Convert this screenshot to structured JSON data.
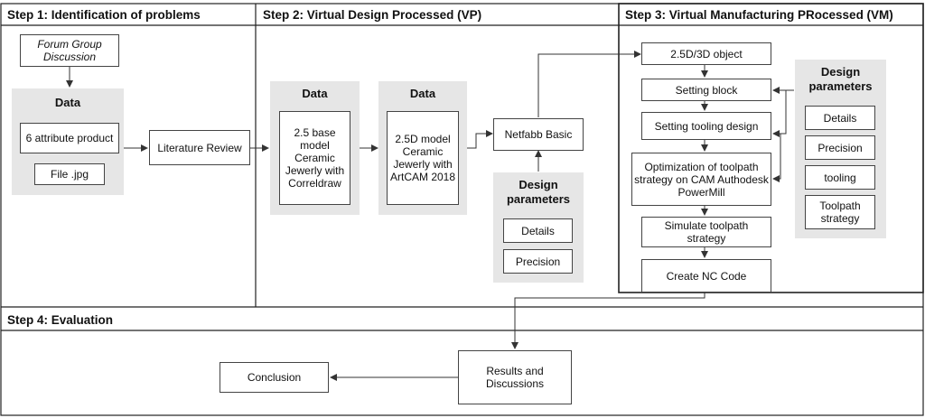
{
  "colors": {
    "border": "#222222",
    "panel": "#e6e6e6",
    "arrow": "#333333"
  },
  "headers": {
    "step1": "Step 1: Identification of problems",
    "step2": "Step 2:  Virtual Design Processed (VP)",
    "step3": "Step 3: Virtual Manufacturing PRocessed (VM)",
    "step4": "Step 4: Evaluation"
  },
  "step1": {
    "forum": "Forum Group Discussion",
    "data_label": "Data",
    "attr": "6 attribute product",
    "file": "File .jpg",
    "literature": "Literature Review"
  },
  "step2": {
    "data1_label": "Data",
    "data1_text": "2.5 base model Ceramic Jewerly with Correldraw",
    "data2_label": "Data",
    "data2_text": "2.5D model Ceramic Jewerly with ArtCAM 2018",
    "netfabb": "Netfabb Basic",
    "design_label": "Design parameters",
    "details": "Details",
    "precision": "Precision"
  },
  "step3": {
    "object": "2.5D/3D object",
    "setting_block": "Setting block",
    "tooling_design": "Setting tooling design",
    "optimization": "Optimization of toolpath strategy on CAM Authodesk PowerMill",
    "simulate": "Simulate toolpath strategy",
    "nc_code": "Create NC Code",
    "design_label": "Design parameters",
    "details": "Details",
    "precision": "Precision",
    "tooling": "tooling",
    "toolpath": "Toolpath strategy"
  },
  "step4": {
    "results": "Results and Discussions",
    "conclusion": "Conclusion"
  }
}
